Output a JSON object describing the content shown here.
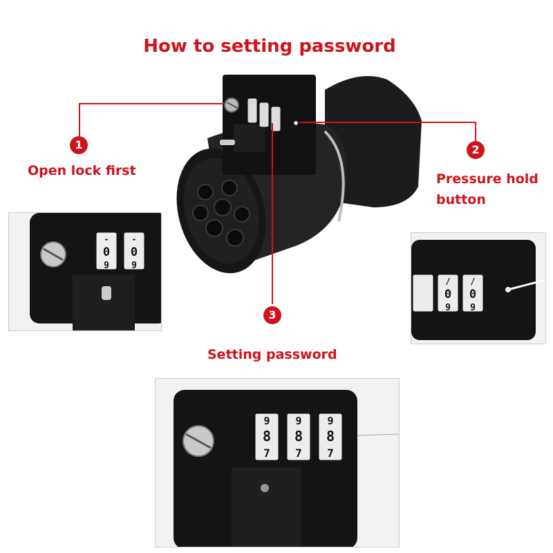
{
  "title": "How to setting password",
  "steps": [
    {
      "number": "1",
      "label": "Open lock first"
    },
    {
      "number": "2",
      "label_line1": "Pressure hold",
      "label_line2": "button"
    },
    {
      "number": "3",
      "label": "Setting password"
    }
  ],
  "left_panel_digits": {
    "top": [
      "-",
      "-"
    ],
    "middle": [
      "0",
      "0"
    ],
    "bottom": [
      "9",
      "9"
    ]
  },
  "right_panel_digits": {
    "top": [
      "/",
      "/"
    ],
    "middle": [
      "0",
      "0"
    ],
    "bottom": [
      "9",
      "9"
    ]
  },
  "bottom_panel_digits": {
    "top": [
      "9",
      "9",
      "9"
    ],
    "middle": [
      "8",
      "8",
      "8"
    ],
    "bottom": [
      "7",
      "7",
      "7"
    ]
  },
  "colors": {
    "accent": "#d0121b",
    "device": "#1a1a1a"
  }
}
